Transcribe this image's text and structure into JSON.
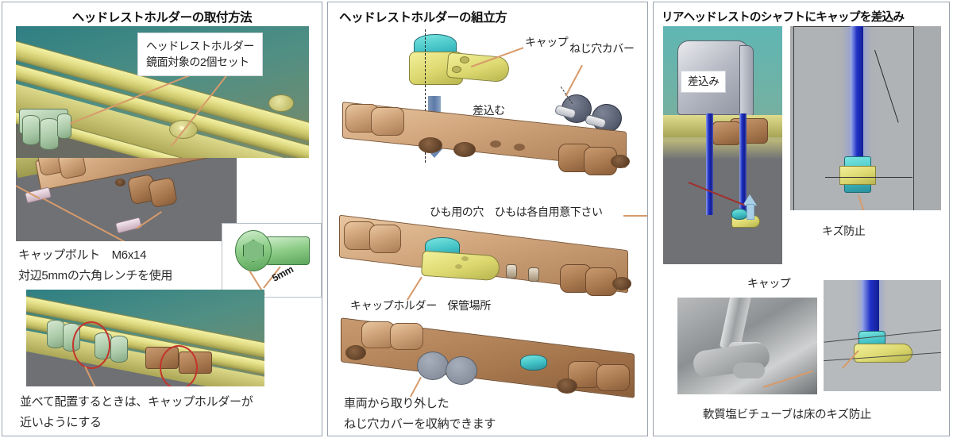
{
  "document": {
    "language": "ja",
    "kind": "assembly-instruction-sheet",
    "panel_count": 3
  },
  "panels": [
    {
      "id": "install-method",
      "title": "ヘッドレストホルダーの取付方法",
      "title_align": "center",
      "callouts": [
        {
          "name": "holder-callout-line1",
          "text": "ヘッドレストホルダー"
        },
        {
          "name": "holder-callout-line2",
          "text": "鏡面対象の2個セット"
        }
      ],
      "captions": [
        {
          "name": "cap-bolt-spec",
          "text": "キャップボルト　M6x14"
        },
        {
          "name": "hex-wrench-spec",
          "text": "対辺5mmの六角レンチを使用"
        },
        {
          "name": "placement-note-line1",
          "text": "並べて配置するときは、キャップホルダーが"
        },
        {
          "name": "placement-note-line2",
          "text": "近いようにする"
        }
      ],
      "dimension_labels": [
        {
          "name": "hex-size",
          "text": "5mm"
        }
      ]
    },
    {
      "id": "assembly-method",
      "title": "ヘッドレストホルダーの組立方",
      "title_align": "left",
      "callouts": [
        {
          "name": "cap-label",
          "text": "キャップ"
        },
        {
          "name": "screw-hole-cover-label",
          "text": "ねじ穴カバー"
        },
        {
          "name": "insert-action-label",
          "text": "差込む"
        },
        {
          "name": "string-hole-label",
          "text": "ひも用の穴　ひもは各自用意下さい"
        },
        {
          "name": "cap-holder-label",
          "text": "キャップホルダー　保管場所"
        }
      ],
      "captions": [
        {
          "name": "storage-note-line1",
          "text": "車両から取り外した"
        },
        {
          "name": "storage-note-line2",
          "text": "ねじ穴カバーを収納できます"
        }
      ]
    },
    {
      "id": "shaft-cap-insertion",
      "title": "リアヘッドレストのシャフトにキャップを差込み",
      "title_align": "left",
      "callouts": [
        {
          "name": "insert-label",
          "text": "差込み"
        },
        {
          "name": "scratch-prevention-label",
          "text": "キズ防止"
        },
        {
          "name": "cap-label",
          "text": "キャップ"
        }
      ],
      "captions": [
        {
          "name": "tube-note",
          "text": "軟質塩ビチューブは床のキズ防止"
        }
      ]
    }
  ],
  "colors": {
    "panel_border": "#9aa3ad",
    "arrow_orange": "#e0915a",
    "highlight_red": "#c4332c",
    "rail_yellow": "#e3df88",
    "bracket_tan": "#c99a70",
    "cap_yellow": "#dcd86f",
    "cap_teal": "#3fbfc4",
    "shaft_blue": "#2233c8",
    "cover_slate": "#545b6c",
    "bolt_green": "#8fce8a",
    "viewport_gray": "#6f7175",
    "viewport_teal": "#4f8f84"
  }
}
